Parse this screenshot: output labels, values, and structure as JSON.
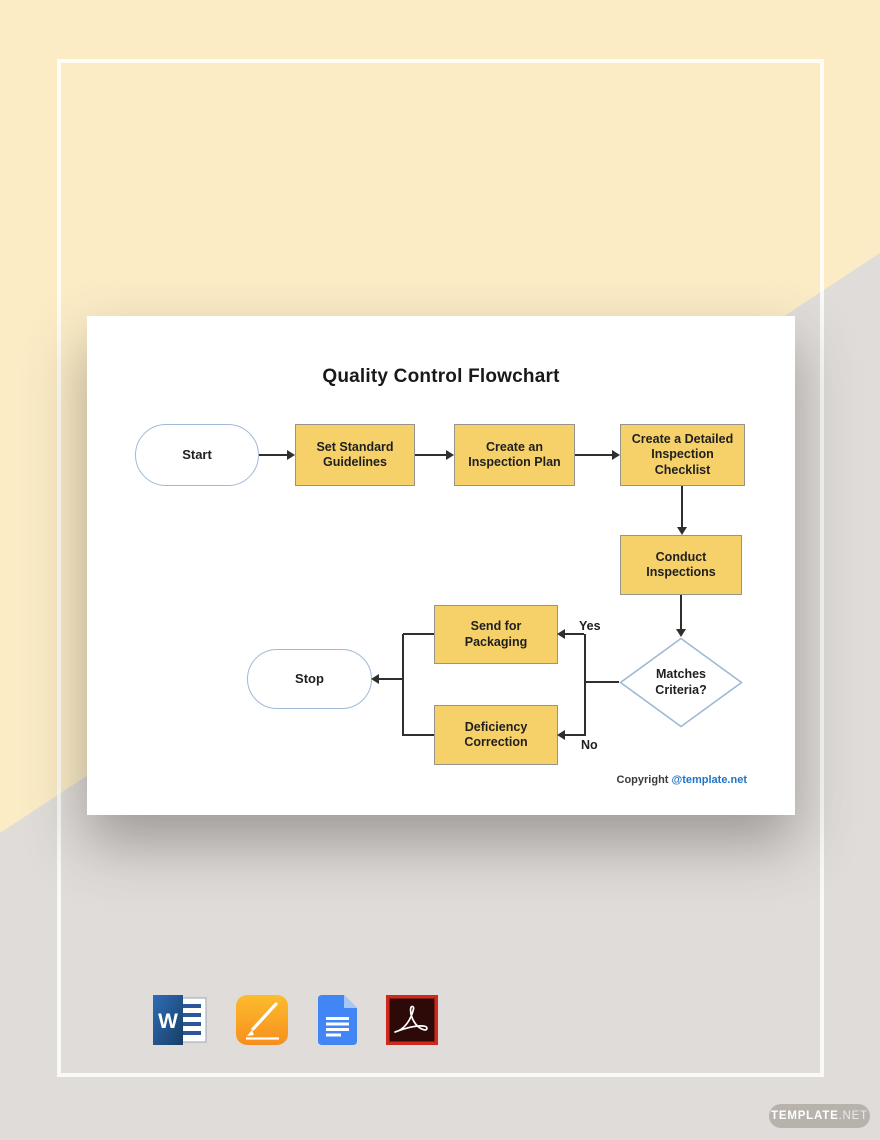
{
  "card": {
    "title": "Quality Control Flowchart",
    "copyright": {
      "prefix": "Copyright",
      "link": "@template.net"
    }
  },
  "flowchart": {
    "nodes": [
      {
        "id": "start",
        "type": "terminator",
        "label": "Start"
      },
      {
        "id": "set-standard-guidelines",
        "type": "process",
        "label": "Set Standard Guidelines"
      },
      {
        "id": "create-inspection-plan",
        "type": "process",
        "label": "Create an Inspection Plan"
      },
      {
        "id": "create-detailed-checklist",
        "type": "process",
        "label": "Create a Detailed Inspection Checklist"
      },
      {
        "id": "conduct-inspections",
        "type": "process",
        "label": "Conduct Inspections"
      },
      {
        "id": "matches-criteria",
        "type": "decision",
        "label": "Matches Criteria?"
      },
      {
        "id": "send-for-packaging",
        "type": "process",
        "label": "Send for Packaging"
      },
      {
        "id": "deficiency-correction",
        "type": "process",
        "label": "Deficiency Correction"
      },
      {
        "id": "stop",
        "type": "terminator",
        "label": "Stop"
      }
    ],
    "edge_labels": {
      "yes": "Yes",
      "no": "No"
    },
    "colors": {
      "process_fill": "#f6d169",
      "process_border": "#97948a",
      "terminator_border": "#9fb9d8",
      "line": "#2f2f2f",
      "background_cream": "#fbecc6",
      "background_gray": "#dfdcd9",
      "link_blue": "#1f74c8"
    }
  },
  "footer_icons": [
    {
      "name": "ms-word"
    },
    {
      "name": "apple-pages"
    },
    {
      "name": "google-docs"
    },
    {
      "name": "adobe-acrobat"
    }
  ],
  "watermark": {
    "bold": "TEMPLATE",
    "light": ".NET"
  }
}
